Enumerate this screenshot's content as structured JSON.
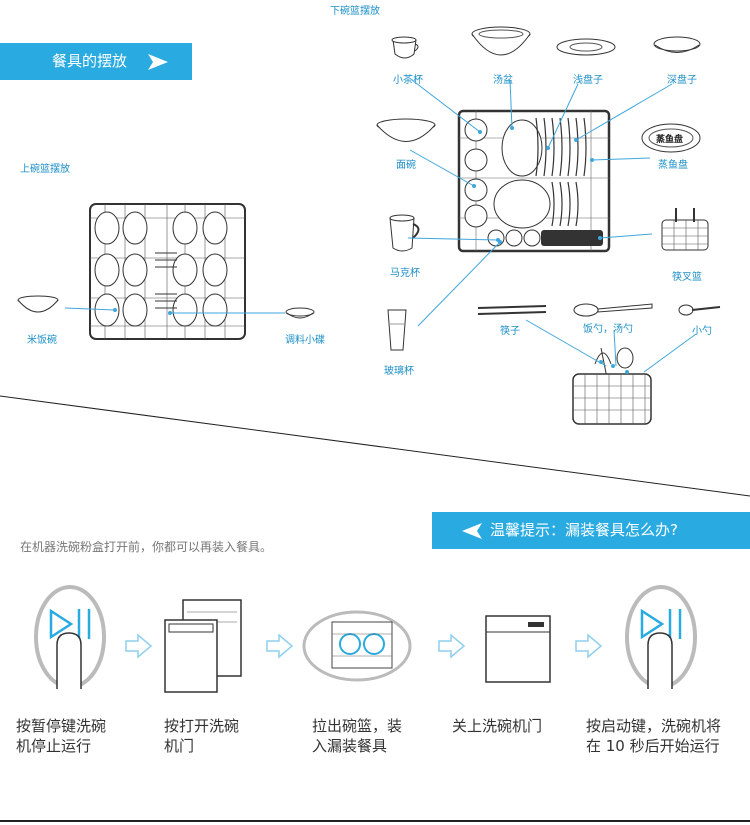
{
  "placement_banner": "餐具的摆放",
  "lower_basket_title": "下碗篮摆放",
  "upper_basket_title": "上碗篮摆放",
  "items": {
    "small_teacup": "小茶杯",
    "soup_bowl": "汤盆",
    "shallow_plate": "浅盘子",
    "deep_plate": "深盘子",
    "noodle_bowl": "面碗",
    "fish_plate": "蒸鱼盘",
    "mug": "马克杯",
    "cutlery_basket": "筷叉篮",
    "glass": "玻璃杯",
    "chopsticks": "筷子",
    "rice_spoon": "饭勺，汤勺",
    "small_spoon": "小勺",
    "rice_bowl": "米饭碗",
    "sauce_dish": "调料小碟",
    "fish_plate_text": "蒸鱼盘"
  },
  "tip_banner": "温馨提示：漏装餐具怎么办?",
  "tip_note": "在机器洗碗粉盒打开前，你都可以再装入餐具。",
  "steps": [
    {
      "line1": "按暂停键洗碗",
      "line2": "机停止运行"
    },
    {
      "line1": "按打开洗碗",
      "line2": "机门"
    },
    {
      "line1": "拉出碗篮，装",
      "line2": "入漏装餐具"
    },
    {
      "line1": "关上洗碗机门",
      "line2": ""
    },
    {
      "line1": "按启动键，洗碗机将",
      "line2": "在 10 秒后开始运行"
    }
  ],
  "colors": {
    "accent": "#29abe2",
    "label_blue": "#1b8fc7",
    "line_blue": "#3ea6dc"
  }
}
